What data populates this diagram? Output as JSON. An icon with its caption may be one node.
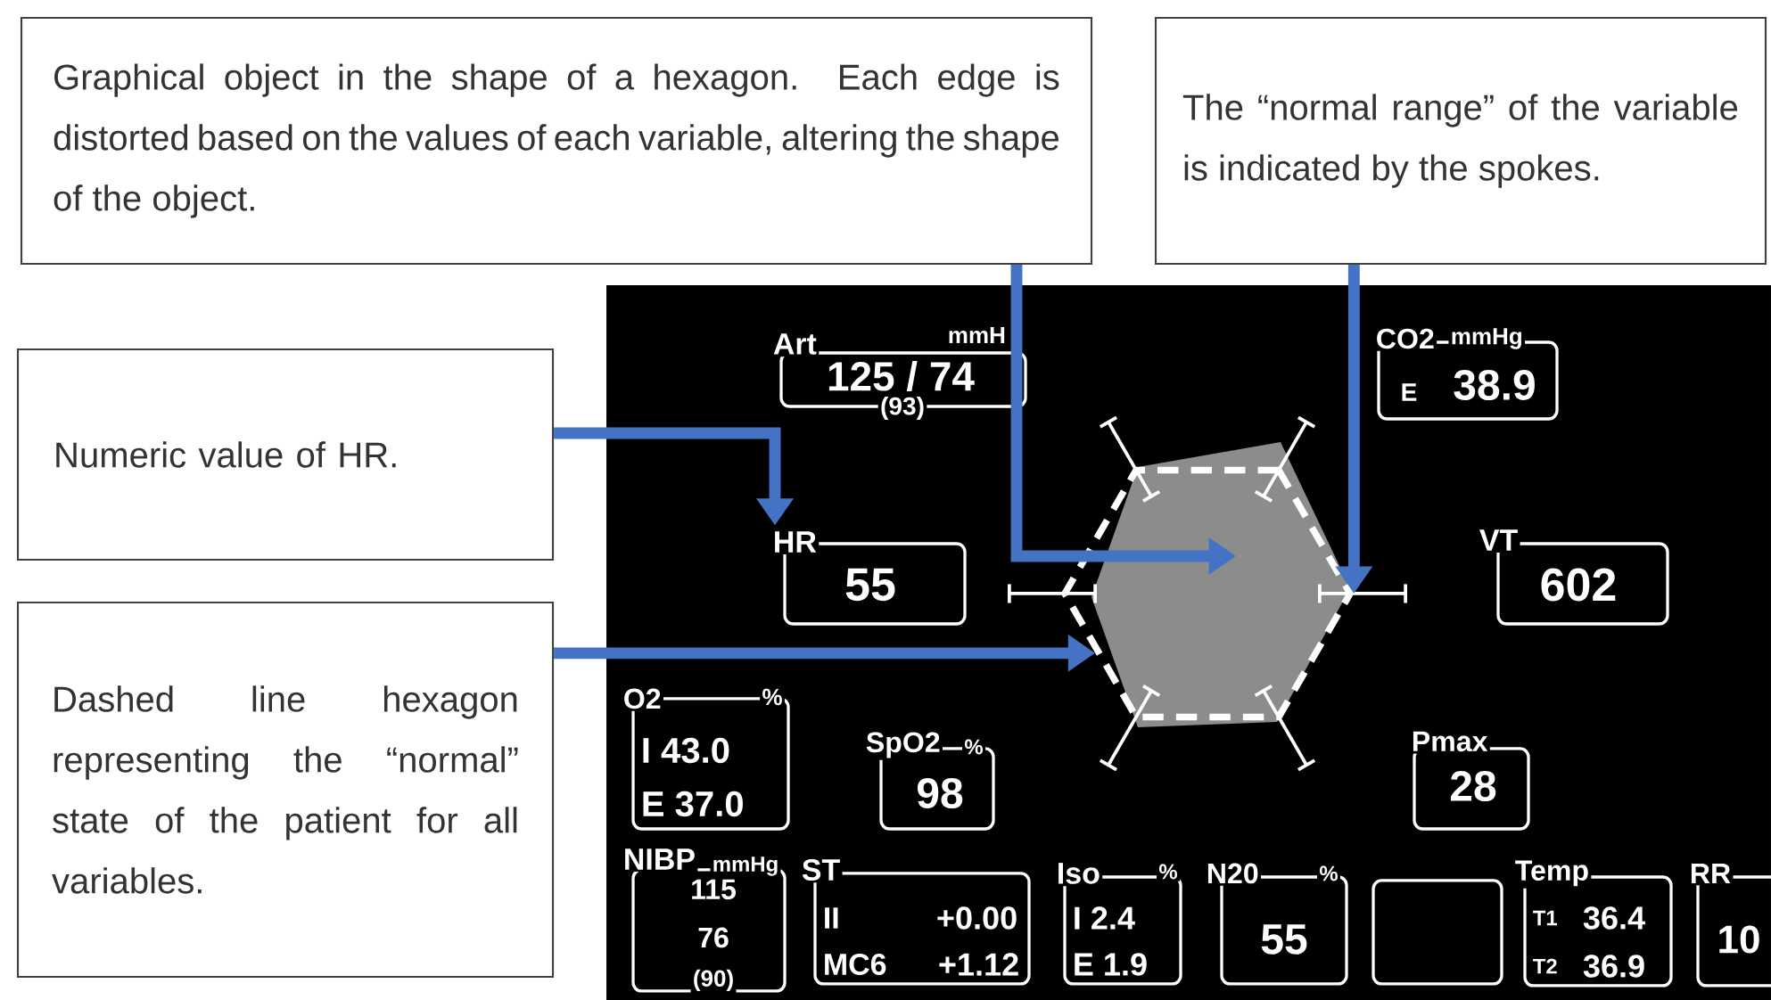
{
  "diagram": {
    "nodes": [
      {
        "text": [
          "Graphical object in the shape of a hexagon. Each edge is distorted based on the values of each variable, altering the shape of the object."
        ]
      },
      {
        "text": [
          "The “normal range” of the variable is indicated by the spokes."
        ]
      },
      {
        "text": [
          "Numeric value of HR."
        ]
      },
      {
        "text": [
          "Dashed line hexagon representing the “normal” state of the patient for all variables."
        ]
      },
      {
        "text": [],
        "shape": "box"
      },
      {
        "text": [
          "Art",
          "mmH",
          "125 / 74",
          "(93)"
        ],
        "in": 4
      },
      {
        "text": [
          "CO2",
          "mmHg",
          "E",
          "38.9"
        ],
        "in": 4
      },
      {
        "text": [
          "HR",
          "55"
        ],
        "in": 4
      },
      {
        "text": [],
        "shape": "hexagon",
        "in": 4
      },
      {
        "text": [],
        "shape": "hexagon",
        "in": 4
      },
      {
        "text": [
          "VT",
          "602"
        ],
        "in": 4
      },
      {
        "text": [
          "O2",
          "%",
          "I 43.0",
          "E 37.0"
        ],
        "in": 4
      },
      {
        "text": [
          "SpO2",
          "%",
          "98"
        ],
        "in": 4
      },
      {
        "text": [
          "Pmax",
          "28"
        ],
        "in": 4
      },
      {
        "text": [
          "NIBP",
          "mmHg",
          "115",
          "76",
          "(90)"
        ],
        "in": 4
      },
      {
        "text": [
          "ST",
          "II",
          "+0.00",
          "MC6",
          "+1.12"
        ],
        "in": 4
      },
      {
        "text": [
          "Iso",
          "%",
          "I 2.4",
          "E 1.9"
        ],
        "in": 4
      },
      {
        "text": [
          "N20",
          "%",
          "55"
        ],
        "in": 4
      },
      {
        "text": [],
        "shape": "box",
        "in": 4
      },
      {
        "text": [
          "Temp",
          "T1",
          "36.4",
          "T2",
          "36.9"
        ],
        "in": 4
      },
      {
        "text": [
          "RR",
          "10"
        ],
        "in": 4
      }
    ],
    "edges": [
      {
        "from": 0,
        "to": 8,
        "arrow": "to"
      },
      {
        "from": 1,
        "to": 9,
        "arrow": "to"
      },
      {
        "from": 2,
        "to": 7,
        "arrow": "to"
      },
      {
        "from": 3,
        "to": 9,
        "arrow": "to"
      }
    ]
  }
}
